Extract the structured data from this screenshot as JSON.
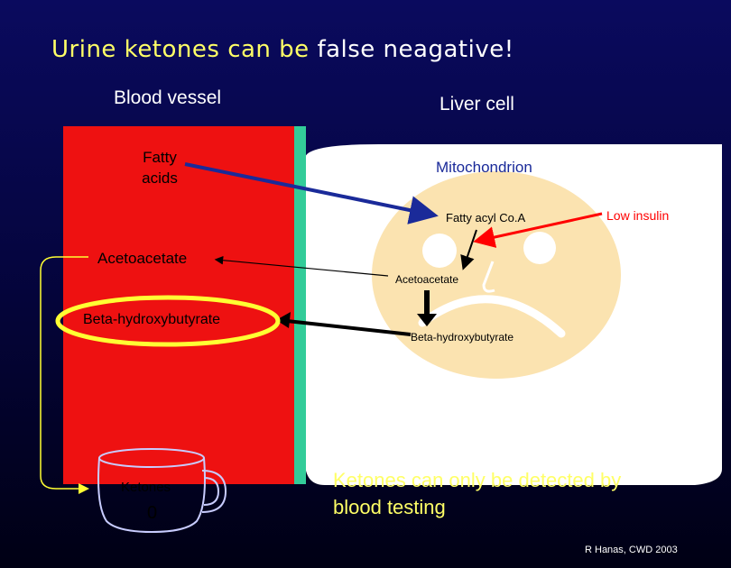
{
  "title": {
    "part1": "Urine ketones can be",
    "part2": "false neagative!"
  },
  "labels": {
    "blood_vessel": "Blood vessel",
    "liver_cell": "Liver cell",
    "fatty_acids_line1": "Fatty",
    "fatty_acids_line2": "acids",
    "mitochondrion": "Mitochondrion",
    "fatty_acyl_coa": "Fatty acyl Co.A",
    "low_insulin": "Low insulin",
    "acetoacetate_blood": "Acetoacetate",
    "acetoacetate_liver": "Acetoacetate",
    "bhb_blood": "Beta-hydroxybutyrate",
    "bhb_liver": "Beta-hydroxybutyrate",
    "ketones": "Ketones",
    "ketones_value": "0"
  },
  "message": {
    "line1": "Ketones can only be detected by",
    "line2": "blood testing"
  },
  "credit": "R Hanas, CWD 2003",
  "colors": {
    "blood": "#ee1111",
    "membrane": "#33cc99",
    "mitochondrion": "#fbe3b0",
    "highlight_ellipse": "#ffff33",
    "fatty_acid_arrow": "#1a2a99",
    "low_insulin": "#ff0000",
    "urine_cup": "#c8ccff"
  }
}
